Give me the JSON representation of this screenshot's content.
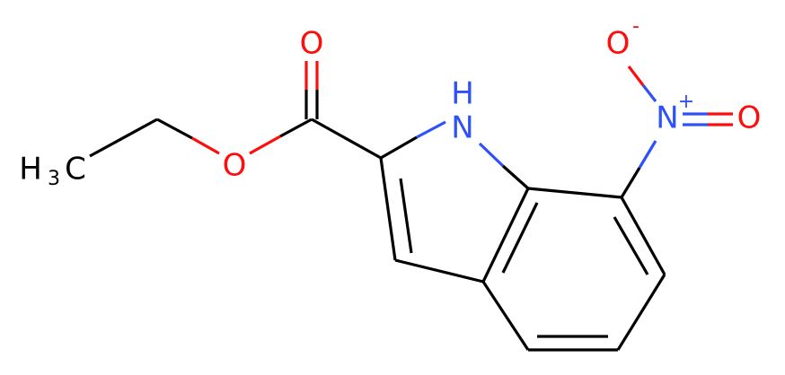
{
  "atoms": {
    "o_carbonyl": "O",
    "o_ester": "O",
    "o_nitro_top": "O",
    "o_nitro_top_charge": "-",
    "o_nitro_right": "O",
    "n_indole": "N",
    "h_indole": "H",
    "n_nitro": "N",
    "n_nitro_charge": "+",
    "methyl_h": "H",
    "methyl_sub": "3",
    "methyl_c": "C"
  },
  "colors": {
    "bond": "#000000",
    "oxygen": "#ff0d0d",
    "nitrogen": "#3050f8",
    "carbon": "#000000"
  }
}
